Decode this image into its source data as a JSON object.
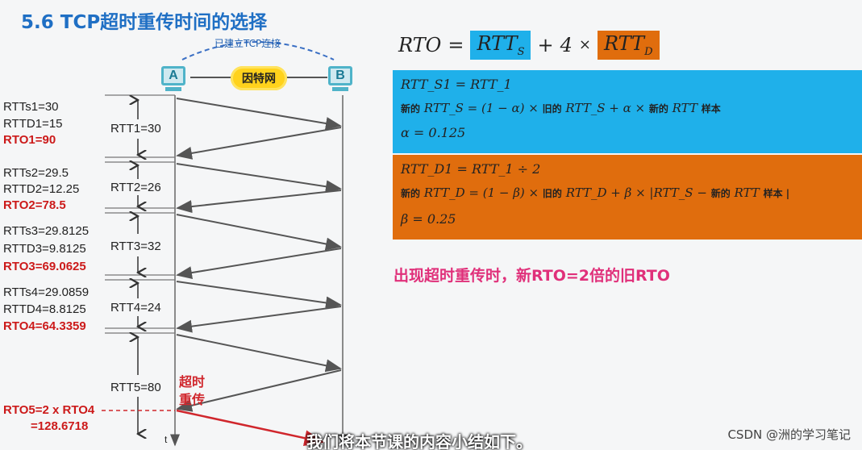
{
  "title": "5.6 TCP超时重传时间的选择",
  "network": {
    "host_a": "A",
    "host_b": "B",
    "cloud": "因特网",
    "connection": "已建立TCP连接"
  },
  "rounds": [
    {
      "rtts": "RTTs1=30",
      "rttd": "RTTD1=15",
      "rto": "RTO1=90",
      "rtt": "RTT1=30"
    },
    {
      "rtts": "RTTs2=29.5",
      "rttd": "RTTD2=12.25",
      "rto": "RTO2=78.5",
      "rtt": "RTT2=26"
    },
    {
      "rtts": "RTTs3=29.8125",
      "rttd": "RTTD3=9.8125",
      "rto": "RTO3=69.0625",
      "rtt": "RTT3=32"
    },
    {
      "rtts": "RTTs4=29.0859",
      "rttd": "RTTD4=8.8125",
      "rto": "RTO4=64.3359",
      "rtt": "RTT4=24"
    }
  ],
  "round5": {
    "rtt": "RTT5=80",
    "rto_line1": "RTO5=2 x RTO4",
    "rto_line2": "=128.6718",
    "timeout_line1": "超时",
    "timeout_line2": "重传"
  },
  "time_axis": "t",
  "formula": {
    "lhs": "RTO",
    "eq": "=",
    "rtts": "RTT",
    "rtts_sub": "S",
    "plus": "+",
    "four": "4",
    "times": "×",
    "rttd": "RTT",
    "rttd_sub": "D"
  },
  "panel_s": {
    "line1": "RTT_S1 = RTT_1",
    "line2_new": "新的",
    "line2_a": "RTT_S = (1 − α) ×",
    "line2_old": "旧的",
    "line2_b": "RTT_S + α ×",
    "line2_new2": "新的",
    "line2_c": "RTT",
    "line2_sample": "样本",
    "line3": "α = 0.125"
  },
  "panel_d": {
    "line1": "RTT_D1 = RTT_1 ÷ 2",
    "line2_new": "新的",
    "line2_a": "RTT_D = (1 − β) ×",
    "line2_old": "旧的",
    "line2_b": "RTT_D + β × |RTT_S −",
    "line2_new2": "新的",
    "line2_c": "RTT",
    "line2_sample": "样本 |",
    "line3": "β = 0.25"
  },
  "note": "出现超时重传时，新RTO=2倍的旧RTO",
  "subtitle": "我们将本节课的内容小结如下。",
  "watermark": "CSDN @洲的学习笔记",
  "colors": {
    "title": "#1f6fc4",
    "rto": "#cc1a1a",
    "box_s": "#1fb0ea",
    "box_d": "#e06d0d",
    "note": "#e0307a",
    "host": "#4fb3c9",
    "cloud": "#ffd21c"
  }
}
